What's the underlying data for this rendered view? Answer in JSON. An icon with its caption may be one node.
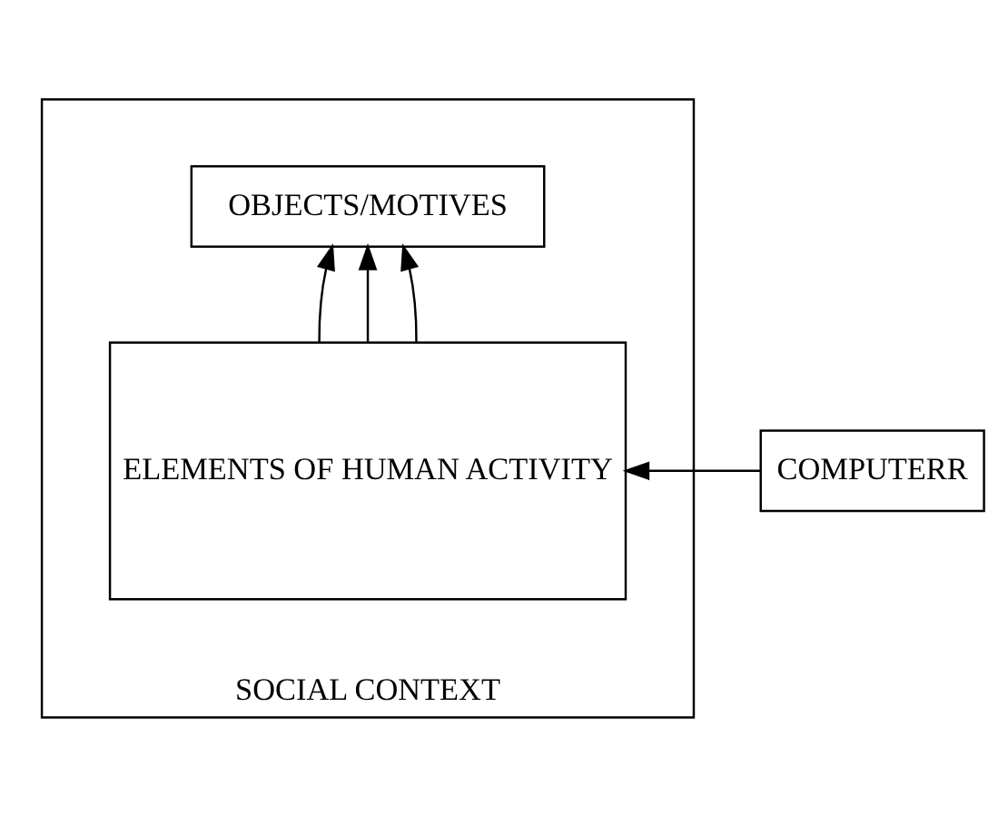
{
  "diagram": {
    "nodes": [
      {
        "text": [
          "SOCIAL CONTEXT"
        ]
      },
      {
        "text": [
          "OBJECTS/MOTIVES"
        ],
        "in": 0
      },
      {
        "text": [
          "ELEMENTS OF HUMAN ACTIVITY"
        ],
        "in": 0
      },
      {
        "text": [
          "COMPUTERR"
        ]
      }
    ],
    "edges": [
      {
        "from": 2,
        "to": 1,
        "arrow": "to"
      },
      {
        "from": 2,
        "to": 1,
        "arrow": "to"
      },
      {
        "from": 2,
        "to": 1,
        "arrow": "to"
      },
      {
        "from": 3,
        "to": 2,
        "arrow": "to"
      }
    ]
  }
}
